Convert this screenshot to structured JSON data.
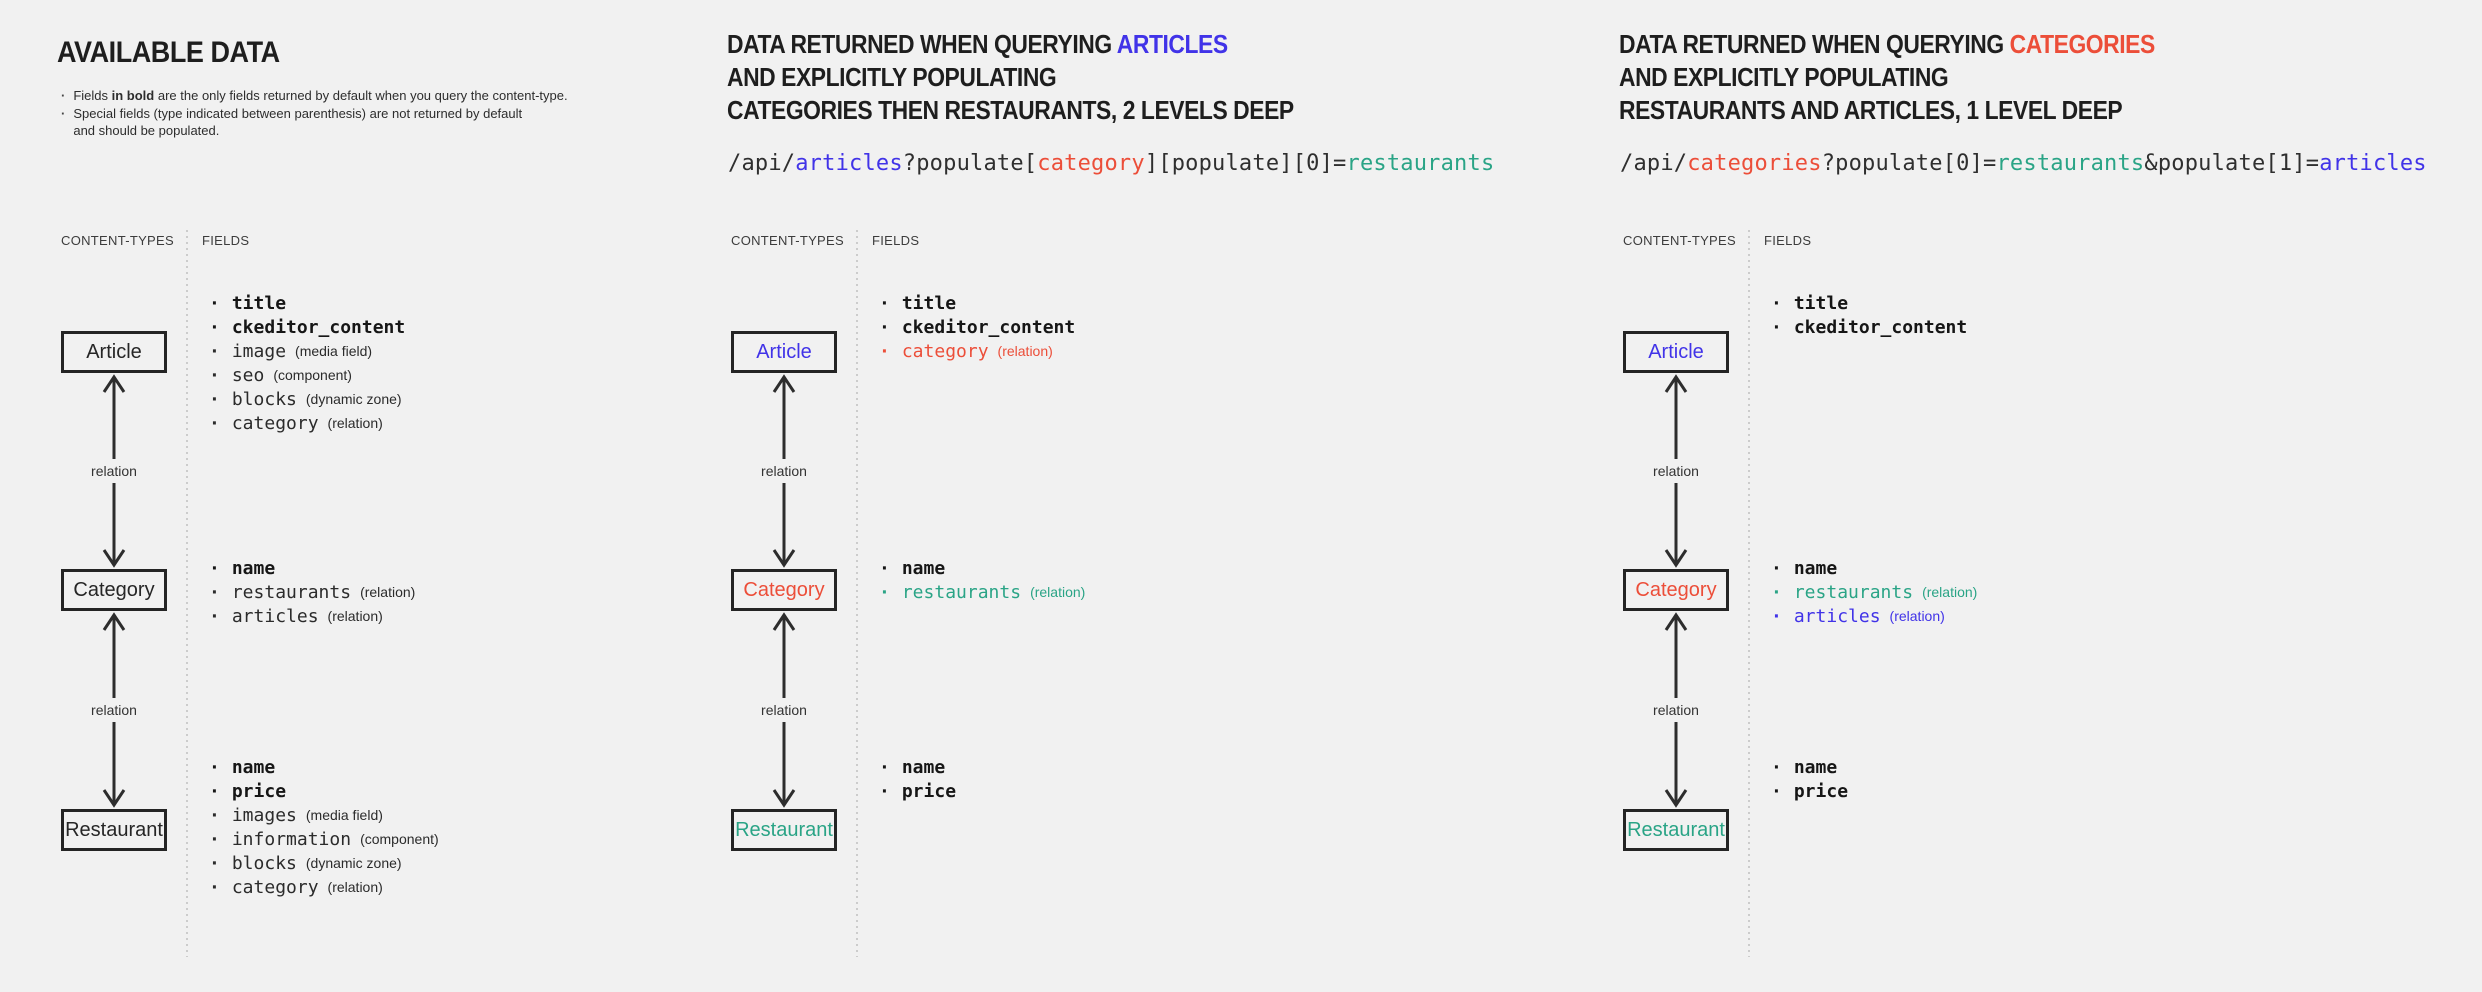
{
  "colors": {
    "background": "#f1f1f1",
    "heading": "#1e1e1e",
    "dark": "#262626",
    "code_dark": "#2f2f2f",
    "blue": "#4133e8",
    "red": "#ec4e39",
    "teal": "#2aa486"
  },
  "labels": {
    "content_types": "CONTENT-TYPES",
    "fields": "FIELDS",
    "relation": "relation"
  },
  "columns": [
    {
      "title": "AVAILABLE DATA",
      "notes": {
        "n1_pre": "Fields ",
        "n1_bold": "in bold",
        "n1_post": " are the only fields returned by default when you query the content-type.",
        "n2_line1": "Special fields (type indicated between parenthesis) are not returned by default",
        "n2_line2": "and should be populated."
      },
      "diagram": {
        "nodes": [
          {
            "label": "Article",
            "fields": [
              {
                "name": "title",
                "bold": true
              },
              {
                "name": "ckeditor_content",
                "bold": true
              },
              {
                "name": "image",
                "type": "(media field)"
              },
              {
                "name": "seo",
                "type": "(component)"
              },
              {
                "name": "blocks",
                "type": "(dynamic zone)"
              },
              {
                "name": "category",
                "type": "(relation)"
              }
            ]
          },
          {
            "label": "Category",
            "fields": [
              {
                "name": "name",
                "bold": true
              },
              {
                "name": "restaurants",
                "type": "(relation)"
              },
              {
                "name": "articles",
                "type": "(relation)"
              }
            ]
          },
          {
            "label": "Restaurant",
            "fields": [
              {
                "name": "name",
                "bold": true
              },
              {
                "name": "price",
                "bold": true
              },
              {
                "name": "images",
                "type": "(media field)"
              },
              {
                "name": "information",
                "type": "(component)"
              },
              {
                "name": "blocks",
                "type": "(dynamic zone)"
              },
              {
                "name": "category",
                "type": "(relation)"
              }
            ]
          }
        ]
      }
    },
    {
      "title_pre": "DATA RETURNED WHEN QUERYING ",
      "title_accent": "ARTICLES",
      "title_accent_color": "blue",
      "title_line2": "AND EXPLICITLY POPULATING",
      "title_line3": "CATEGORIES THEN RESTAURANTS, 2 LEVELS DEEP",
      "code": [
        {
          "text": "/api/",
          "color": "dark"
        },
        {
          "text": "articles",
          "color": "blue"
        },
        {
          "text": "?populate[",
          "color": "dark"
        },
        {
          "text": "category",
          "color": "red"
        },
        {
          "text": "][populate][0]=",
          "color": "dark"
        },
        {
          "text": "restaurants",
          "color": "teal"
        }
      ],
      "diagram": {
        "nodes": [
          {
            "label": "Article",
            "label_color": "blue",
            "fields": [
              {
                "name": "title",
                "bold": true
              },
              {
                "name": "ckeditor_content",
                "bold": true
              },
              {
                "name": "category",
                "type": "(relation)",
                "color": "red"
              }
            ]
          },
          {
            "label": "Category",
            "label_color": "red",
            "fields": [
              {
                "name": "name",
                "bold": true
              },
              {
                "name": "restaurants",
                "type": "(relation)",
                "color": "teal"
              }
            ]
          },
          {
            "label": "Restaurant",
            "label_color": "teal",
            "fields": [
              {
                "name": "name",
                "bold": true
              },
              {
                "name": "price",
                "bold": true
              }
            ]
          }
        ]
      }
    },
    {
      "title_pre": "DATA RETURNED WHEN QUERYING ",
      "title_accent": "CATEGORIES",
      "title_accent_color": "red",
      "title_line2": "AND EXPLICITLY POPULATING",
      "title_line3": "RESTAURANTS AND ARTICLES, 1 LEVEL DEEP",
      "code": [
        {
          "text": "/api/",
          "color": "dark"
        },
        {
          "text": "categories",
          "color": "red"
        },
        {
          "text": "?populate[0]=",
          "color": "dark"
        },
        {
          "text": "restaurants",
          "color": "teal"
        },
        {
          "text": "&populate[1]=",
          "color": "dark"
        },
        {
          "text": "articles",
          "color": "blue"
        }
      ],
      "diagram": {
        "nodes": [
          {
            "label": "Article",
            "label_color": "blue",
            "fields": [
              {
                "name": "title",
                "bold": true
              },
              {
                "name": "ckeditor_content",
                "bold": true
              }
            ]
          },
          {
            "label": "Category",
            "label_color": "red",
            "fields": [
              {
                "name": "name",
                "bold": true
              },
              {
                "name": "restaurants",
                "type": "(relation)",
                "color": "teal"
              },
              {
                "name": "articles",
                "type": "(relation)",
                "color": "blue"
              }
            ]
          },
          {
            "label": "Restaurant",
            "label_color": "teal",
            "fields": [
              {
                "name": "name",
                "bold": true
              },
              {
                "name": "price",
                "bold": true
              }
            ]
          }
        ]
      }
    }
  ]
}
